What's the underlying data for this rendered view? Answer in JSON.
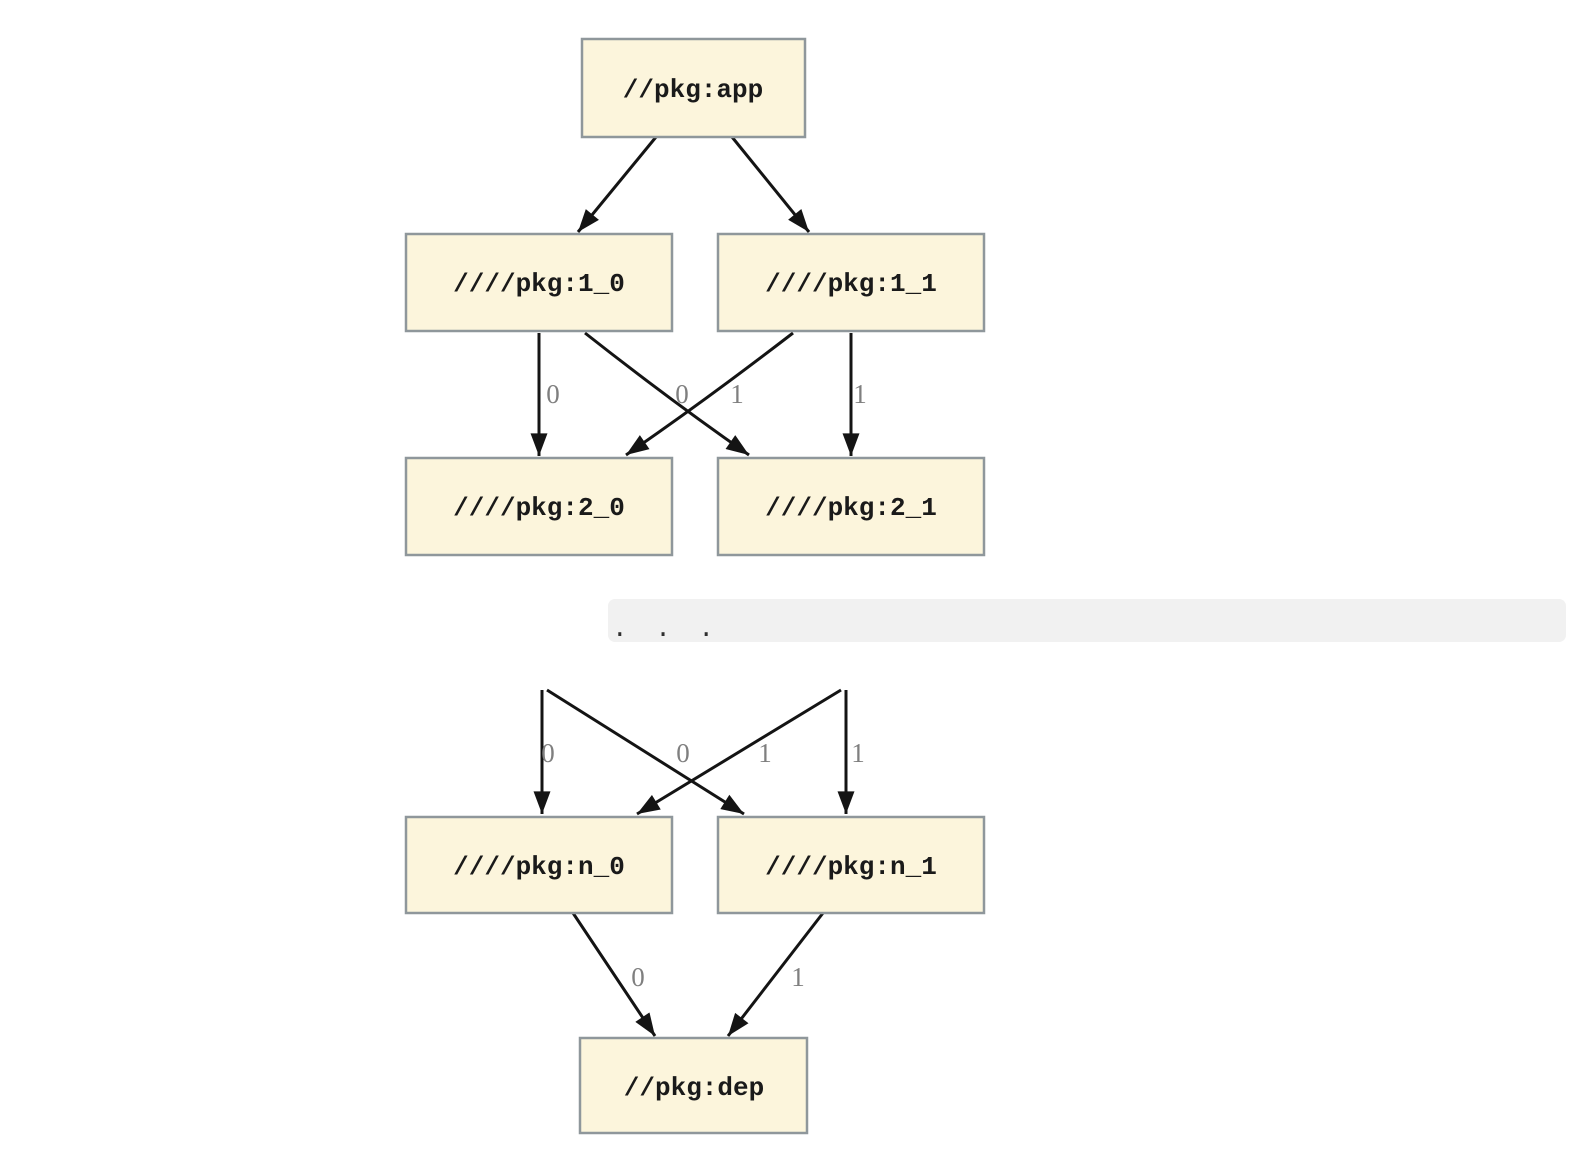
{
  "diagram": {
    "type": "dependency-graph",
    "nodes": {
      "app": {
        "label": "//pkg:app"
      },
      "v1_0": {
        "label": "////pkg:1_0"
      },
      "v1_1": {
        "label": "////pkg:1_1"
      },
      "v2_0": {
        "label": "////pkg:2_0"
      },
      "v2_1": {
        "label": "////pkg:2_1"
      },
      "vn_0": {
        "label": "////pkg:n_0"
      },
      "vn_1": {
        "label": "////pkg:n_1"
      },
      "dep": {
        "label": "//pkg:dep"
      }
    },
    "ellipsis": ". . .",
    "edge_labels": {
      "row1": [
        "0",
        "0",
        "1",
        "1"
      ],
      "row2": [
        "0",
        "0",
        "1",
        "1"
      ],
      "row3": [
        "0",
        "1"
      ]
    },
    "edges": [
      {
        "from": "//pkg:app",
        "to": "////pkg:1_0",
        "label": ""
      },
      {
        "from": "//pkg:app",
        "to": "////pkg:1_1",
        "label": ""
      },
      {
        "from": "////pkg:1_0",
        "to": "////pkg:2_0",
        "label": "0"
      },
      {
        "from": "////pkg:1_1",
        "to": "////pkg:2_0",
        "label": "0"
      },
      {
        "from": "////pkg:1_0",
        "to": "////pkg:2_1",
        "label": "1"
      },
      {
        "from": "////pkg:1_1",
        "to": "////pkg:2_1",
        "label": "1"
      },
      {
        "from": ". . .",
        "to": "////pkg:n_0",
        "label": "0"
      },
      {
        "from": ". . .",
        "to": "////pkg:n_0",
        "label": "0"
      },
      {
        "from": ". . .",
        "to": "////pkg:n_1",
        "label": "1"
      },
      {
        "from": ". . .",
        "to": "////pkg:n_1",
        "label": "1"
      },
      {
        "from": "////pkg:n_0",
        "to": "//pkg:dep",
        "label": "0"
      },
      {
        "from": "////pkg:n_1",
        "to": "//pkg:dep",
        "label": "1"
      }
    ]
  },
  "colors": {
    "background": "#ffffff",
    "node_fill": "#fcf5dc",
    "node_border": "#8f979b",
    "node_text": "#1a1a1a",
    "edge": "#141414",
    "edge_label": "#7f7f7f",
    "ellipsis_bar": "#f1f1f1",
    "ellipsis_text": "#2f2f2f"
  }
}
